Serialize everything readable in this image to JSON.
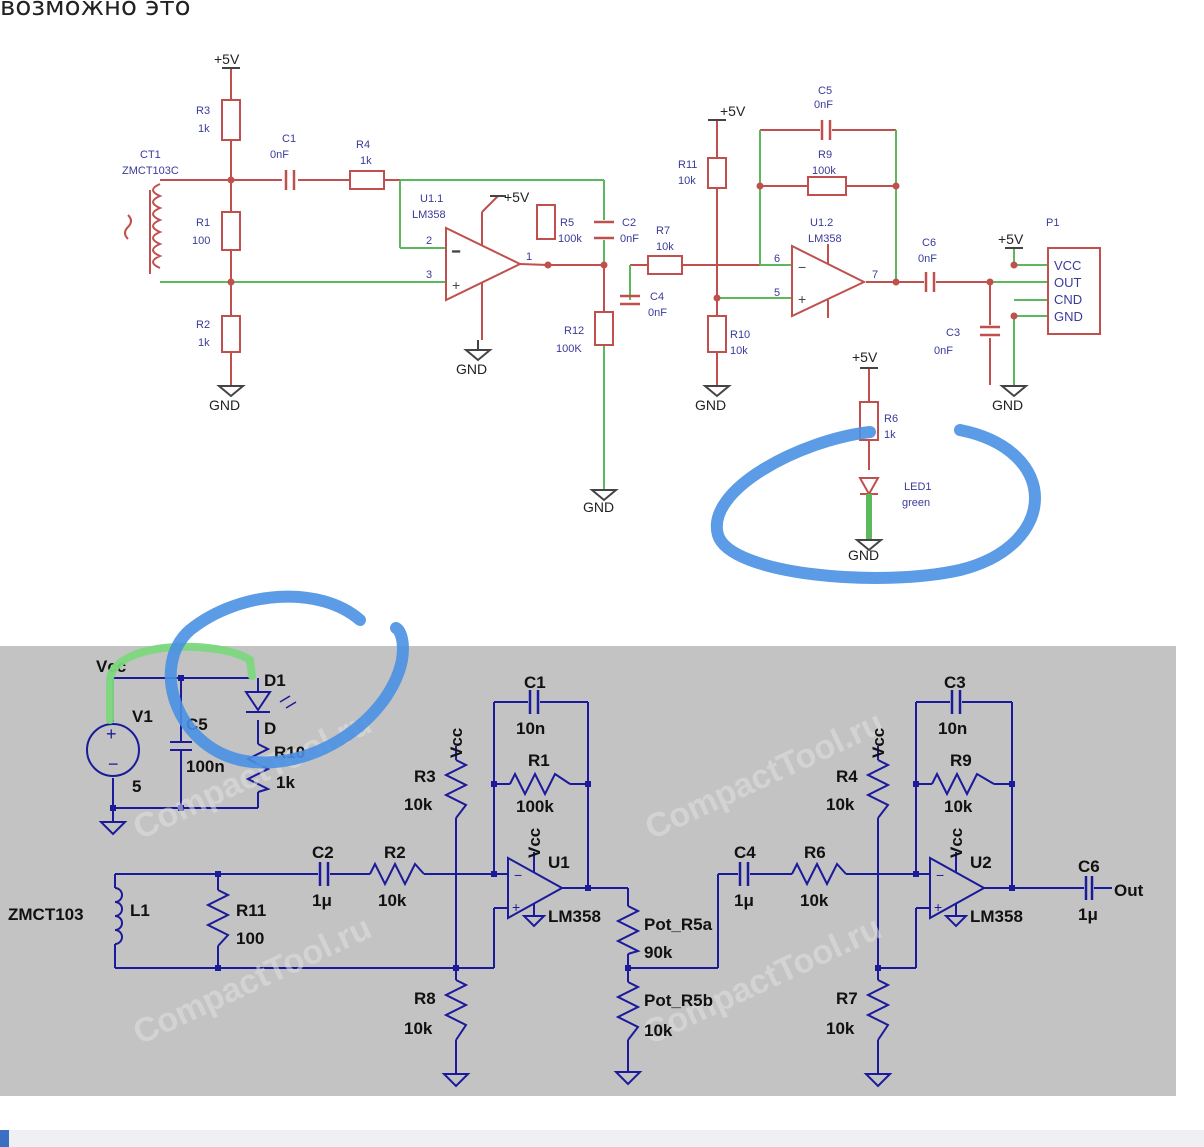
{
  "caption": "возможно это",
  "top_schematic": {
    "labels": {
      "v5": "+5V",
      "gnd": "GND",
      "ct1": "CT1",
      "ct1_part": "ZMCT103C",
      "r3": "R3",
      "r3_val": "1k",
      "r1": "R1",
      "r1_val": "100",
      "r2": "R2",
      "r2_val": "1k",
      "c1": "C1",
      "c1_val": "0nF",
      "r4": "R4",
      "r4_val": "1k",
      "u11": "U1.1",
      "u11_part": "LM358",
      "r5": "R5",
      "r5_val": "100k",
      "c2": "C2",
      "c2_val": "0nF",
      "r7": "R7",
      "r7_val": "10k",
      "c4": "C4",
      "c4_val": "0nF",
      "r12": "R12",
      "r12_val": "100K",
      "r11": "R11",
      "r11_val": "10k",
      "r10": "R10",
      "r10_val": "10k",
      "c5": "C5",
      "c5_val": "0nF",
      "r9": "R9",
      "r9_val": "100k",
      "u12": "U1.2",
      "u12_part": "LM358",
      "c6": "C6",
      "c6_val": "0nF",
      "c3": "C3",
      "c3_val": "0nF",
      "p1": "P1",
      "pin_vcc": "VCC",
      "pin_out": "OUT",
      "pin_cnd": "CND",
      "pin_gnd": "GND",
      "r6": "R6",
      "r6_val": "1k",
      "led1": "LED1",
      "led1_val": "green",
      "pin1": "1",
      "pin2": "2",
      "pin3": "3",
      "pin5": "5",
      "pin6": "6",
      "pin7": "7"
    }
  },
  "bottom_schematic": {
    "labels": {
      "vcc": "Vcc",
      "v1": "V1",
      "v1_val": "5",
      "c5": "C5",
      "c5_val": "100n",
      "d1": "D1",
      "d1_type": "D",
      "r10": "R10",
      "r10_val": "1k",
      "zmct": "ZMCT103",
      "l1": "L1",
      "r11": "R11",
      "r11_val": "100",
      "c2": "C2",
      "c2_val": "1μ",
      "r2": "R2",
      "r2_val": "10k",
      "r3": "R3",
      "r3_val": "10k",
      "r8": "R8",
      "r8_val": "10k",
      "c1": "C1",
      "c1_val": "10n",
      "r1": "R1",
      "r1_val": "100k",
      "u1": "U1",
      "u1_part": "LM358",
      "pot_a": "Pot_R5a",
      "pot_a_val": "90k",
      "pot_b": "Pot_R5b",
      "pot_b_val": "10k",
      "c4": "C4",
      "c4_val": "1μ",
      "r6": "R6",
      "r6_val": "10k",
      "r4": "R4",
      "r4_val": "10k",
      "r7": "R7",
      "r7_val": "10k",
      "c3": "C3",
      "c3_val": "10n",
      "r9": "R9",
      "r9_val": "10k",
      "u2": "U2",
      "u2_part": "LM358",
      "c6": "C6",
      "c6_val": "1μ",
      "out": "Out",
      "watermark": "CompactTool.ru"
    }
  },
  "colors": {
    "top_wire": "#c0504d",
    "top_net": "#5cb85c",
    "top_text": "#3a3a9a",
    "bottom_wire": "#1a1a9a",
    "bottom_bg": "#c3c3c3",
    "annotation_blue": "#4a90e2",
    "annotation_green": "#7dd87d"
  }
}
